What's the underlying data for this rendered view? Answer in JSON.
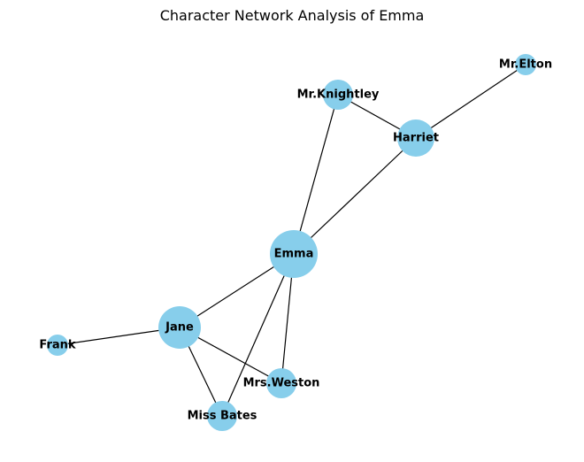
{
  "title": "Character Network Analysis of Emma",
  "style": {
    "node_color": "#87CEEB",
    "edge_color": "#000000",
    "label_color": "#000000"
  },
  "nodes": [
    {
      "id": "emma",
      "label": "Emma"
    },
    {
      "id": "harriet",
      "label": "Harriet"
    },
    {
      "id": "knightley",
      "label": "Mr.Knightley"
    },
    {
      "id": "elton",
      "label": "Mr.Elton"
    },
    {
      "id": "jane",
      "label": "Jane"
    },
    {
      "id": "frank",
      "label": "Frank"
    },
    {
      "id": "weston",
      "label": "Mrs.Weston"
    },
    {
      "id": "bates",
      "label": "Miss Bates"
    }
  ],
  "edges": [
    {
      "source": "emma",
      "target": "harriet"
    },
    {
      "source": "emma",
      "target": "knightley"
    },
    {
      "source": "emma",
      "target": "jane"
    },
    {
      "source": "emma",
      "target": "weston"
    },
    {
      "source": "emma",
      "target": "bates"
    },
    {
      "source": "knightley",
      "target": "harriet"
    },
    {
      "source": "harriet",
      "target": "elton"
    },
    {
      "source": "jane",
      "target": "frank"
    },
    {
      "source": "jane",
      "target": "weston"
    },
    {
      "source": "jane",
      "target": "bates"
    }
  ]
}
